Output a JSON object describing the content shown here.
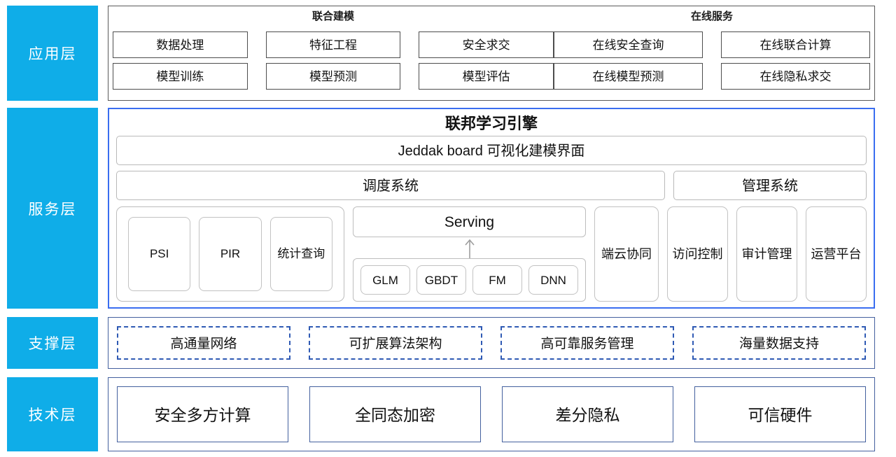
{
  "layers": [
    {
      "id": "application",
      "label": "应用层",
      "groups": [
        {
          "id": "joint-modeling",
          "title": "联合建模",
          "rows": [
            [
              "数据处理",
              "特征工程",
              "安全求交"
            ],
            [
              "模型训练",
              "模型预测",
              "模型评估"
            ]
          ]
        },
        {
          "id": "online-service",
          "title": "在线服务",
          "rows": [
            [
              "在线安全查询",
              "在线联合计算"
            ],
            [
              "在线模型预测",
              "在线隐私求交"
            ]
          ]
        }
      ]
    },
    {
      "id": "service",
      "label": "服务层",
      "engine_title": "联邦学习引擎",
      "board_bar": "Jeddak board 可视化建模界面",
      "scheduling": "调度系统",
      "management": "管理系统",
      "privacy_compute": [
        "PSI",
        "PIR",
        "统计查询"
      ],
      "serving": "Serving",
      "models": [
        "GLM",
        "GBDT",
        "FM",
        "DNN"
      ],
      "edge_cloud": "端云协同",
      "ops_boxes": [
        "访问控制",
        "审计管理",
        "运营平台"
      ]
    },
    {
      "id": "support",
      "label": "支撑层",
      "boxes": [
        "高通量网络",
        "可扩展算法架构",
        "高可靠服务管理",
        "海量数据支持"
      ]
    },
    {
      "id": "technology",
      "label": "技术层",
      "boxes": [
        "安全多方计算",
        "全同态加密",
        "差分隐私",
        "可信硬件"
      ]
    }
  ],
  "colors": {
    "layer_label_bg": "#0FADE8",
    "service_border": "#3A6DF0",
    "support_border": "#44609E",
    "dashed_border": "#2F5AB4",
    "app_border": "#5A5A5A"
  }
}
